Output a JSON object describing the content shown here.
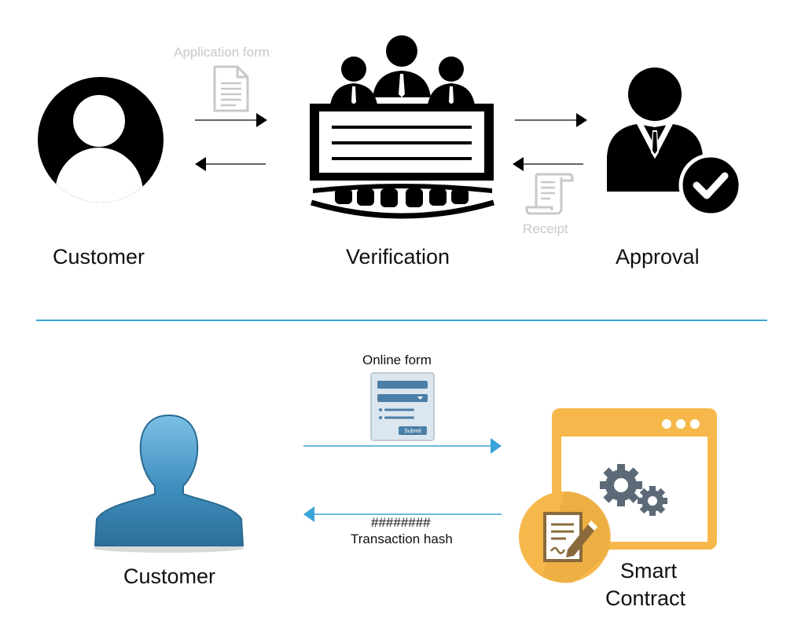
{
  "top": {
    "customer_label": "Customer",
    "verification_label": "Verification",
    "approval_label": "Approval",
    "application_form_label": "Application form",
    "receipt_label": "Receipt"
  },
  "bottom": {
    "customer_label": "Customer",
    "smart_contract_label_line1": "Smart",
    "smart_contract_label_line2": "Contract",
    "online_form_label": "Online form",
    "submit_label": "Submit",
    "hash_label": "########",
    "transaction_hash_label": "Transaction hash"
  },
  "colors": {
    "divider": "#3aa3d8",
    "flow_arrow_bottom": "#3aa3d8",
    "smart_contract_orange": "#f7b84b",
    "customer_blue": "#3a7fa8"
  },
  "icons": {
    "top_customer": "user-circle-icon",
    "verification": "panel-meeting-icon",
    "approval": "approved-user-icon",
    "application_form": "document-icon",
    "receipt": "receipt-icon",
    "bottom_customer": "user-silhouette-icon",
    "online_form": "web-form-icon",
    "smart_contract": "contract-window-icon"
  }
}
